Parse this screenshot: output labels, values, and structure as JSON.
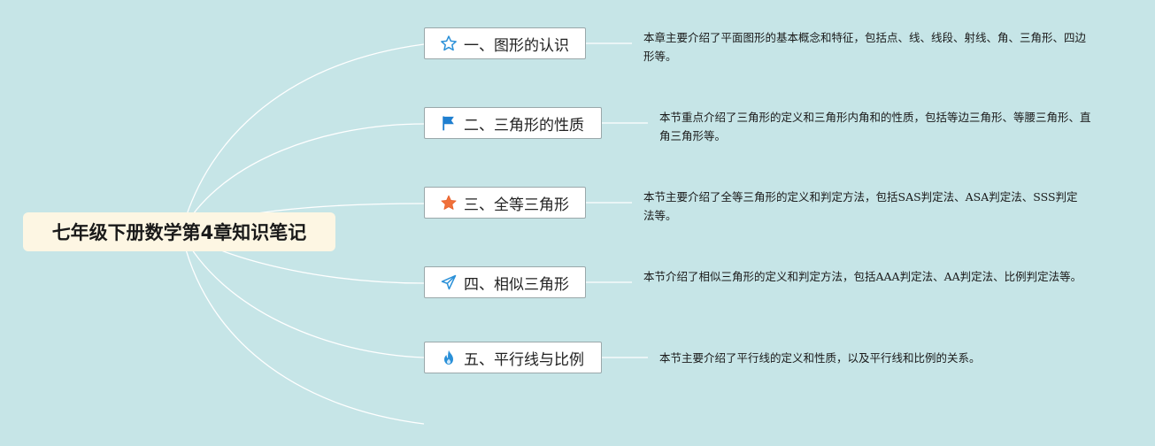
{
  "root": {
    "title": "七年级下册数学第4章知识笔记"
  },
  "topics": [
    {
      "label": "一、图形的认识",
      "icon": "star-outline-icon",
      "icon_color": "#2a90d8",
      "note": "本章主要介绍了平面图形的基本概念和特征，包括点、线、线段、射线、角、三角形、四边形等。"
    },
    {
      "label": "二、三角形的性质",
      "icon": "flag-icon",
      "icon_color": "#1f7fd0",
      "note": "本节重点介绍了三角形的定义和三角形内角和的性质，包括等边三角形、等腰三角形、直角三角形等。"
    },
    {
      "label": "三、全等三角形",
      "icon": "star-filled-icon",
      "icon_color": "#f0703a",
      "note": "本节主要介绍了全等三角形的定义和判定方法，包括SAS判定法、ASA判定法、SSS判定法等。"
    },
    {
      "label": "四、相似三角形",
      "icon": "paper-plane-icon",
      "icon_color": "#2a90d8",
      "note": "本节介绍了相似三角形的定义和判定方法，包括AAA判定法、AA判定法、比例判定法等。"
    },
    {
      "label": "五、平行线与比例",
      "icon": "flame-icon",
      "icon_color": "#2a90d8",
      "note": "本节主要介绍了平行线的定义和性质，以及平行线和比例的关系。"
    }
  ],
  "colors": {
    "background": "#c6e5e7",
    "root_fill": "#fdf6e3",
    "connector": "#ffffff"
  }
}
